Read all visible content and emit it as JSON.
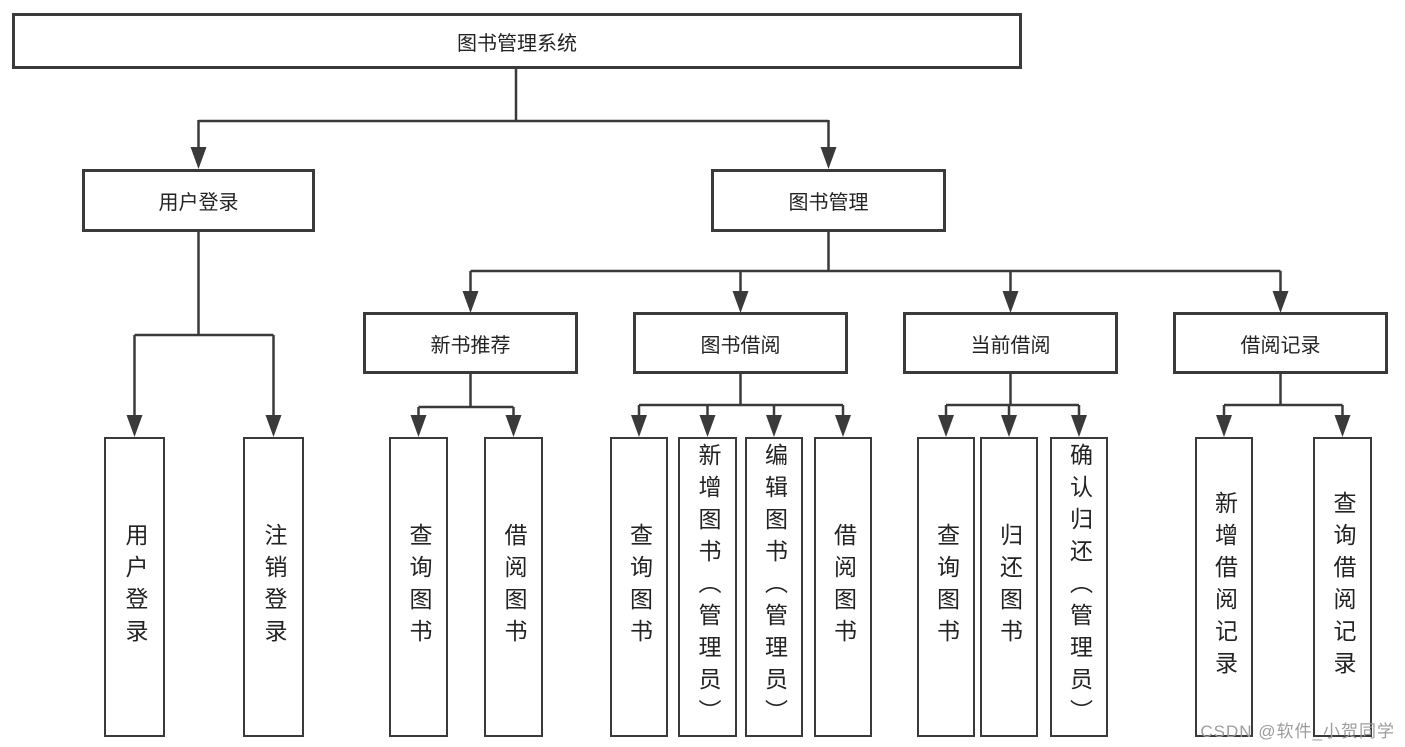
{
  "tree": {
    "root": {
      "label": "图书管理系统"
    },
    "branches": [
      {
        "label": "用户登录",
        "children": [
          {
            "label": "用户登录"
          },
          {
            "label": "注销登录"
          }
        ]
      },
      {
        "label": "图书管理",
        "children": [
          {
            "label": "新书推荐",
            "children": [
              {
                "label": "查询图书"
              },
              {
                "label": "借阅图书"
              }
            ]
          },
          {
            "label": "图书借阅",
            "children": [
              {
                "label": "查询图书"
              },
              {
                "label": "新增图书（管理员）"
              },
              {
                "label": "编辑图书（管理员）"
              },
              {
                "label": "借阅图书"
              }
            ]
          },
          {
            "label": "当前借阅",
            "children": [
              {
                "label": "查询图书"
              },
              {
                "label": "归还图书"
              },
              {
                "label": "确认归还（管理员）"
              }
            ]
          },
          {
            "label": "借阅记录",
            "children": [
              {
                "label": "新增借阅记录"
              },
              {
                "label": "查询借阅记录"
              }
            ]
          }
        ]
      }
    ]
  },
  "watermark": {
    "text": "CSDN @软件_小贺同学"
  },
  "colors": {
    "line": "#3a3a3a",
    "text": "#232323",
    "watermark": "#9c9c9c",
    "background": "#ffffff"
  }
}
